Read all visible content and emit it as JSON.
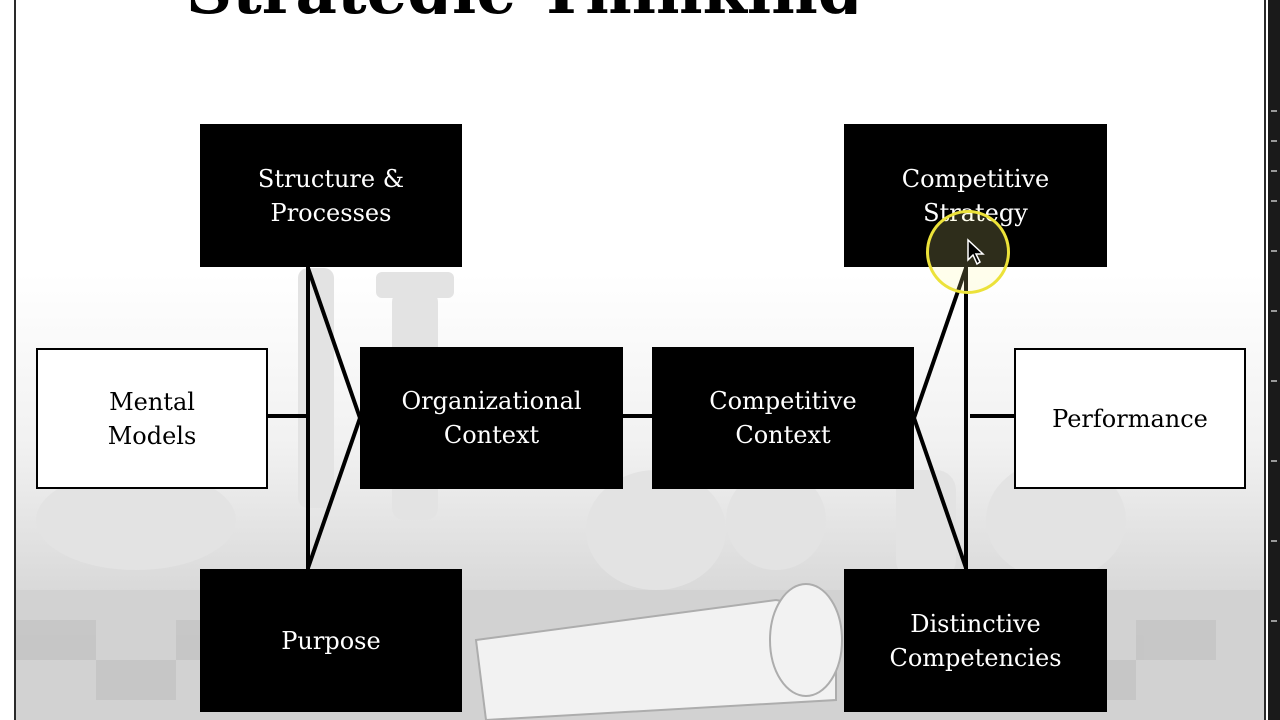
{
  "slide": {
    "title_fragment": "Strategic Thinking",
    "boxes": {
      "structure": "Structure &\nProcesses",
      "competitive_strategy": "Competitive\nStrategy",
      "mental_models": "Mental\nModels",
      "organizational_context": "Organizational\nContext",
      "competitive_context": "Competitive\nContext",
      "performance": "Performance",
      "purpose": "Purpose",
      "distinctive_competencies": "Distinctive\nCompetencies"
    }
  },
  "colors": {
    "box_fill": "#000000",
    "box_text": "#ffffff",
    "outline_box_fill": "#ffffff",
    "highlight_ring": "#ece23a"
  },
  "icons": {
    "pointer": "mouse-pointer-icon"
  }
}
